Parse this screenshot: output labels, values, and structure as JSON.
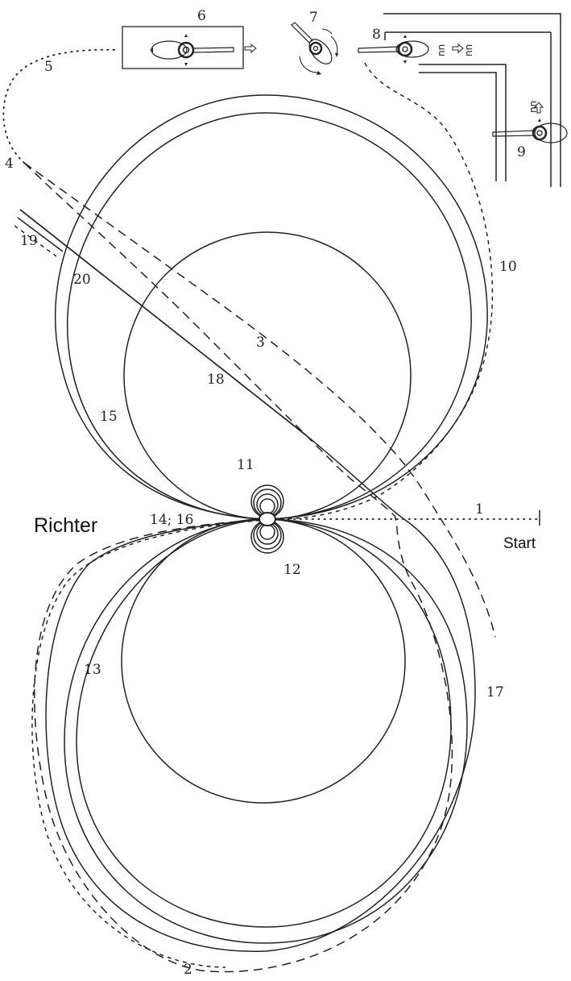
{
  "labels": {
    "richter": "Richter",
    "start": "Start",
    "figures": [
      "1",
      "2",
      "3",
      "4",
      "5",
      "6",
      "7",
      "8",
      "9",
      "10",
      "11",
      "12",
      "13",
      "14; 16",
      "15",
      "17",
      "18",
      "19",
      "20"
    ],
    "marks": [
      "nn",
      "nn",
      "nn"
    ]
  }
}
